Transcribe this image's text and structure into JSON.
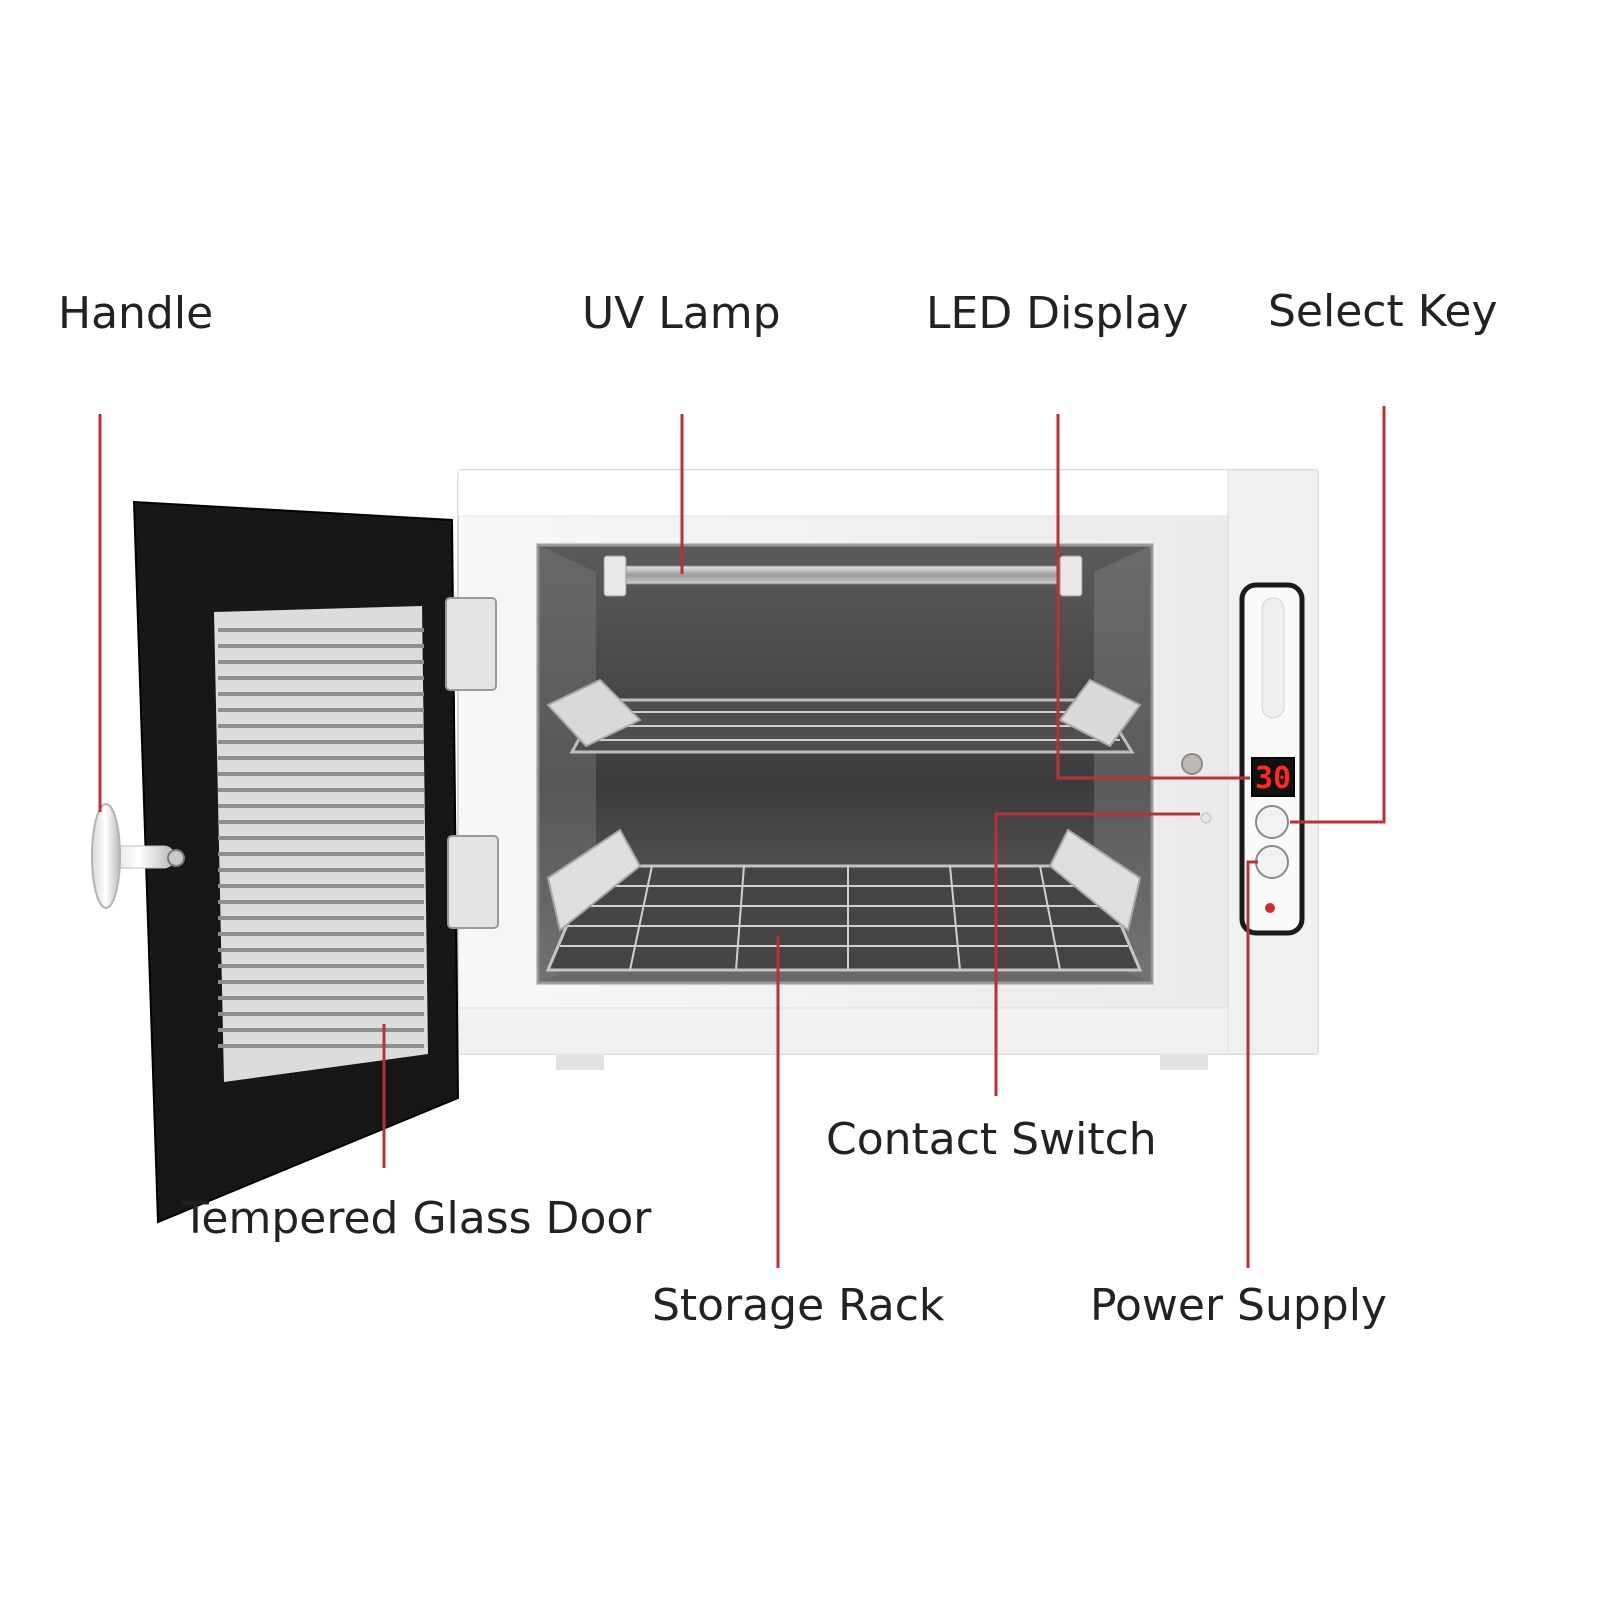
{
  "labels": {
    "handle": "Handle",
    "uv_lamp": "UV Lamp",
    "led_display": "LED Display",
    "select_key": "Select Key",
    "contact_switch": "Contact Switch",
    "tempered_glass_door": "Tempered Glass Door",
    "storage_rack": "Storage Rack",
    "power_supply": "Power Supply"
  },
  "display": {
    "value": "30"
  },
  "colors": {
    "leader_line": "#b8323a",
    "cabinet": "#f4f4f4",
    "door_frame": "#1a1a1a",
    "display_digits": "#ff2a1f"
  }
}
